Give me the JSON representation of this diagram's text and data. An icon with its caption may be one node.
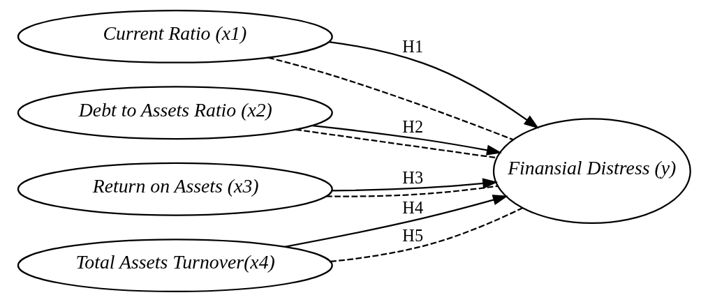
{
  "diagram": {
    "nodes": [
      {
        "text": [
          "Current Ratio (x1)"
        ]
      },
      {
        "text": [
          "Debt to Assets Ratio (x2)"
        ]
      },
      {
        "text": [
          "Return on Assets (x3)"
        ]
      },
      {
        "text": [
          "Total Assets Turnover(x4)"
        ]
      },
      {
        "text": [
          "Finansial Distress (y)"
        ]
      }
    ],
    "edges": [
      {
        "from": 0,
        "to": 4,
        "arrow": "to",
        "label": "H1"
      },
      {
        "from": 1,
        "to": 4,
        "arrow": "to",
        "label": "H2"
      },
      {
        "from": 2,
        "to": 4,
        "arrow": "to",
        "label": "H3"
      },
      {
        "from": 3,
        "to": 4,
        "arrow": "to",
        "label": "H4"
      },
      {
        "from": 0,
        "to": 4,
        "arrow": "none",
        "style": "dashed"
      },
      {
        "from": 1,
        "to": 4,
        "arrow": "none",
        "style": "dashed"
      },
      {
        "from": 2,
        "to": 4,
        "arrow": "none",
        "style": "dashed"
      },
      {
        "from": 3,
        "to": 4,
        "arrow": "none",
        "style": "dashed",
        "label": "H5"
      }
    ]
  }
}
